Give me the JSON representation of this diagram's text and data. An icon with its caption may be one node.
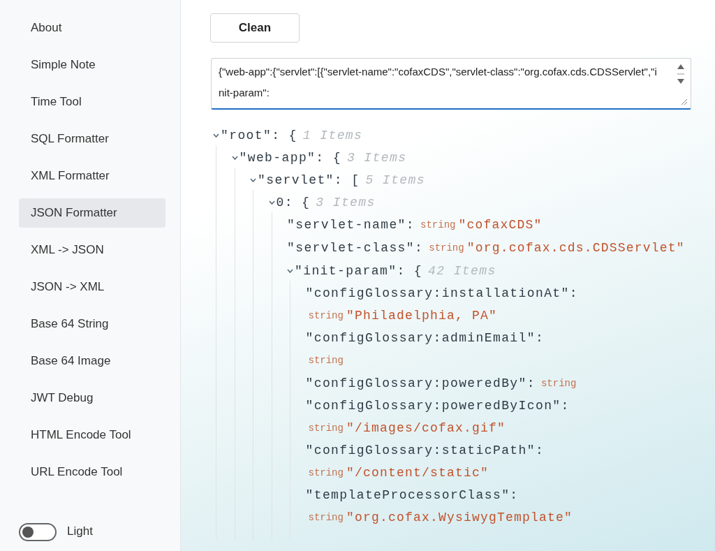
{
  "diagram": {
    "labels": [
      "About",
      "Simple Note",
      "Time Tool",
      "SQL Formatter",
      "XML Formatter",
      "JSON Formatter",
      "XML -> JSON",
      "JSON -> XML",
      "Base 64 String",
      "Base 64 Image",
      "JWT Debug",
      "HTML Encode Tool",
      "URL Encode Tool",
      "Light",
      "Clean",
      "{\"web-app\":{\"servlet\":[{\"servlet-name\":\"cofaxCDS\",\"servlet-class\":\"org.cofax.cds.CDSServlet\",\"init-param\":",
      "\"root\": {",
      "1 Items",
      "\"web-app\": {",
      "3 Items",
      "\"servlet\": [",
      "5 Items",
      "0: {",
      "3 Items",
      "\"servlet-name\":",
      "string",
      "\"cofaxCDS\"",
      "\"servlet-class\":",
      "string",
      "\"org.cofax.cds.CDSServlet\"",
      "\"init-param\": {",
      "42 Items",
      "\"configGlossary:installationAt\":",
      "string",
      "\"Philadelphia, PA\"",
      "\"configGlossary:adminEmail\":",
      "string",
      "\"configGlossary:poweredBy\":",
      "string",
      "\"configGlossary:poweredByIcon\":",
      "string",
      "\"/images/cofax.gif\"",
      "\"configGlossary:staticPath\":",
      "string",
      "\"/content/static\"",
      "\"templateProcessorClass\":",
      "string",
      "\"org.cofax.WysiwygTemplate\""
    ]
  }
}
